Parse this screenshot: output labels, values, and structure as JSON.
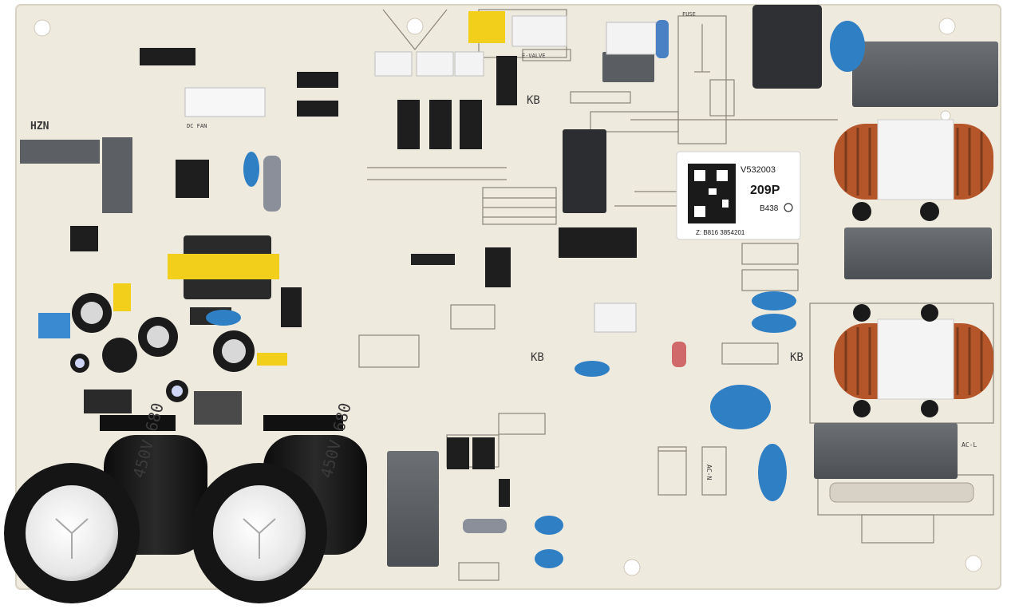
{
  "sticker": {
    "code": "V532003",
    "model": "209P",
    "sub": "B438",
    "serial": "Z: B816   3854201"
  },
  "silkscreen": {
    "board_id": "HZN",
    "fuse": "FUSE",
    "hz_label": "KB",
    "cap1": "450V 680",
    "cap2": "450V 680",
    "acn": "AC-N",
    "acl": "AC-L",
    "evalve": "E-VALVE",
    "dcfan": "DC FAN"
  },
  "colors": {
    "pcb": "#efeade",
    "pcb_edge": "#d9d3c4",
    "relay": "#5f6266",
    "capacitor_blue": "#2f7fc4",
    "copper": "#b5552a",
    "cap_black": "#151515",
    "yellow": "#f2cf1b"
  }
}
